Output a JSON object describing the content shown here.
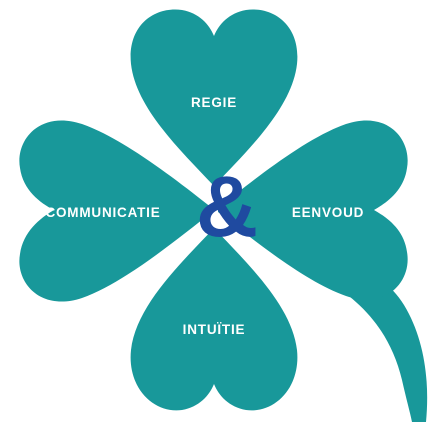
{
  "clover": {
    "leaf_color": "#18989a",
    "symbol_color": "#1f4aa0",
    "center_symbol": "&",
    "leaves": {
      "top": "REGIE",
      "left": "COMMUNICATIE",
      "right": "EENVOUD",
      "bottom": "INTUÏTIE"
    }
  }
}
